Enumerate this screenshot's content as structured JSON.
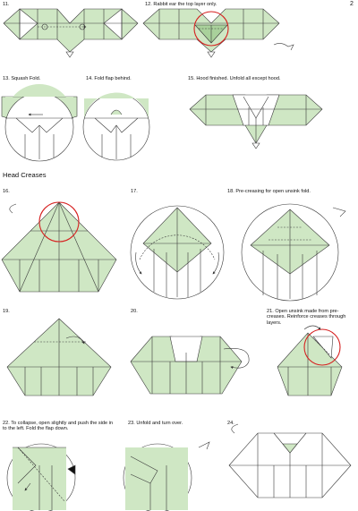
{
  "page": {
    "number": "2"
  },
  "section": {
    "head_creases": "Head Creases"
  },
  "steps": {
    "s11": "11.",
    "s12": "12. Rabbit ear the top layer only.",
    "s13": "13. Squash Fold.",
    "s14": "14. Fold flap behind.",
    "s15": "15. Hood finished. Unfold all except hood.",
    "s16": "16.",
    "s17": "17.",
    "s18": "18. Pre-creasing for open unsink fold.",
    "s19": "19.",
    "s20": "20.",
    "s21": "21. Open unsink made from pre-creases. Reinforce creases through layers.",
    "s22": "22. To collapse, open slightly and push the side in to the left. Fold the flap down.",
    "s23": "23. Unfold and turn over.",
    "s24": "24."
  },
  "colors": {
    "paper_green": "#cfe7c4",
    "line": "#3a3a3a",
    "highlight": "#d62020",
    "valley": "#555555"
  }
}
